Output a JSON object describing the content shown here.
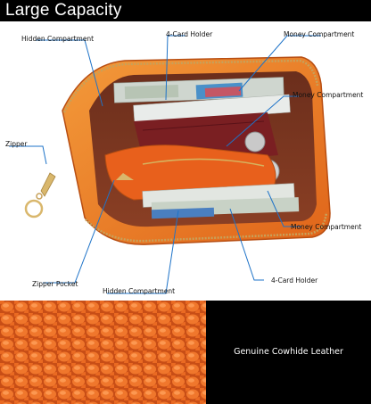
{
  "header": {
    "title": "Large Capacity"
  },
  "callouts": {
    "hidden_compartment_top": "Hidden Compartment",
    "card_holder_top": "4-Card Holder",
    "money_compartment_top": "Money Compartment",
    "money_compartment_mid": "Money Compartment",
    "zipper": "Zipper",
    "money_compartment_bottom": "Money Compartment",
    "card_holder_bottom": "4-Card Holder",
    "zipper_pocket": "Zipper Pocket",
    "hidden_compartment_bottom": "Hidden Compartment"
  },
  "leather": {
    "label": "Genuine Cowhide Leather"
  },
  "colors": {
    "accent_line": "#1e73c8",
    "leather_orange": "#e8601c",
    "band": "#000000"
  }
}
